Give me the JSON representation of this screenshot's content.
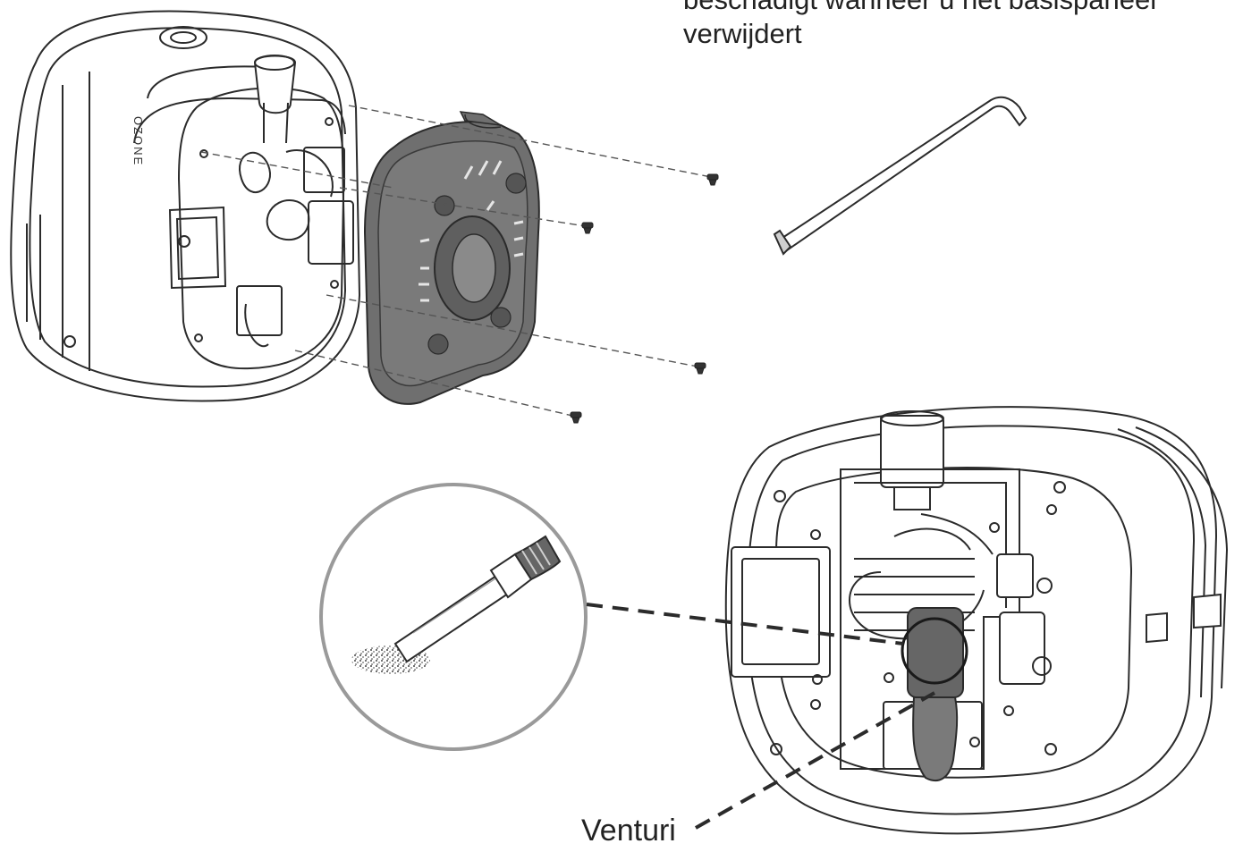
{
  "caption": {
    "line1": "beschadigt wanneer u het basispaneel",
    "line2": "verwijdert"
  },
  "labels": {
    "venturi": "Venturi",
    "brand_mark": "OZONE"
  },
  "colors": {
    "line": "#2b2b2b",
    "panel": "#6f6f6f",
    "panel_dark": "#565656",
    "background": "#ffffff"
  }
}
